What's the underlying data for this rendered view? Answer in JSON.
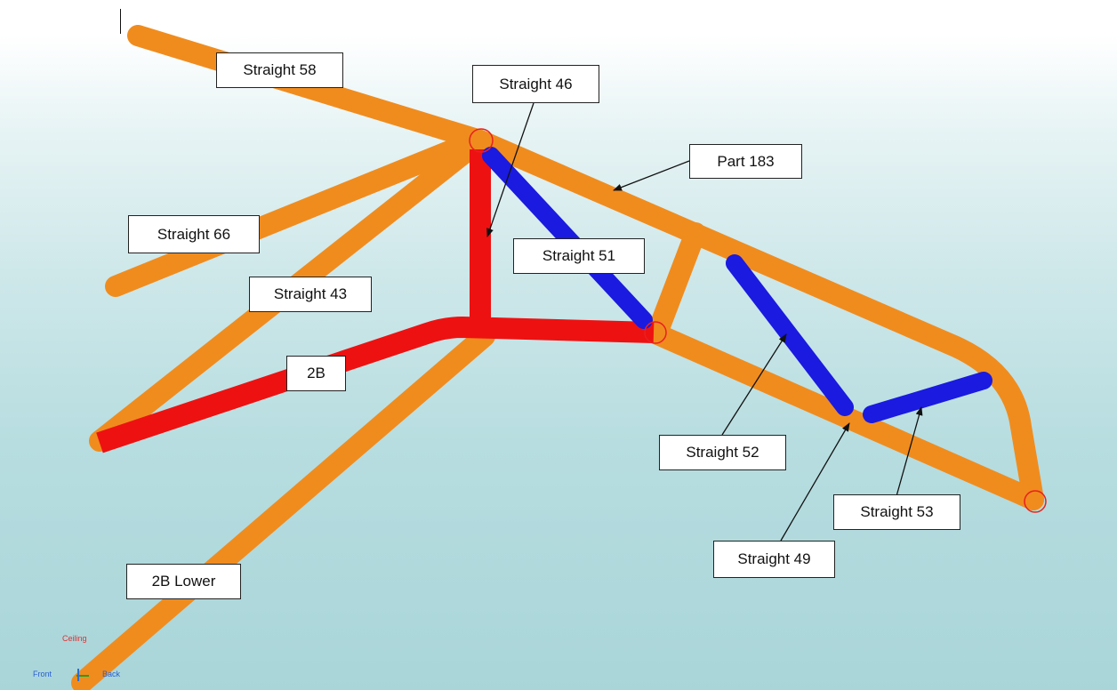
{
  "labels": {
    "straight_58": "Straight 58",
    "straight_46": "Straight 46",
    "part_183": "Part 183",
    "straight_66": "Straight 66",
    "straight_51": "Straight 51",
    "straight_43": "Straight 43",
    "label_2b": "2B",
    "straight_52": "Straight 52",
    "straight_53": "Straight 53",
    "straight_49": "Straight 49",
    "label_2b_lower": "2B Lower"
  },
  "triad": {
    "ceiling": "Ceiling",
    "front": "Front",
    "back": "Back"
  },
  "colors": {
    "tube_orange": "#F08C1E",
    "tube_red": "#EE1111",
    "tube_blue": "#1A1AE0",
    "node_outline": "#E82020"
  }
}
